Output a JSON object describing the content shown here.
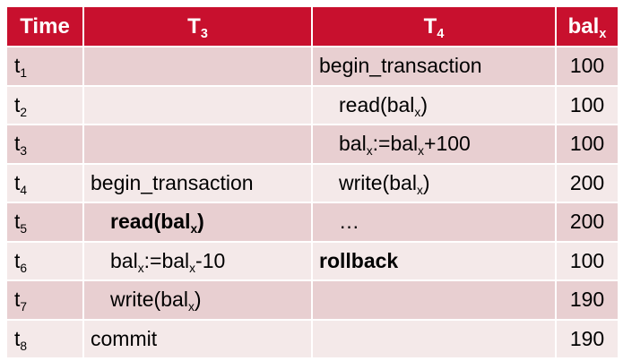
{
  "table": {
    "headers": [
      {
        "main": "Time",
        "sub": ""
      },
      {
        "main": "T",
        "sub": "3"
      },
      {
        "main": "T",
        "sub": "4"
      },
      {
        "main": "bal",
        "sub": "x"
      }
    ],
    "rows": [
      {
        "time": "t",
        "time_sub": "1",
        "t3": "",
        "t4": "begin_transaction",
        "bal": "100"
      },
      {
        "time": "t",
        "time_sub": "2",
        "t3": "",
        "t4": "read(balx)",
        "bal": "100"
      },
      {
        "time": "t",
        "time_sub": "3",
        "t3": "",
        "t4": "balx:=balx+100",
        "bal": "100"
      },
      {
        "time": "t",
        "time_sub": "4",
        "t3": "begin_transaction",
        "t4": "write(balx)",
        "bal": "200"
      },
      {
        "time": "t",
        "time_sub": "5",
        "t3": "read(balx)",
        "t4": "…",
        "bal": "200"
      },
      {
        "time": "t",
        "time_sub": "6",
        "t3": "balx:=balx-10",
        "t4": "rollback",
        "bal": "100"
      },
      {
        "time": "t",
        "time_sub": "7",
        "t3": "write(balx)",
        "t4": "",
        "bal": "190"
      },
      {
        "time": "t",
        "time_sub": "8",
        "t3": "commit",
        "t4": "",
        "bal": "190"
      }
    ]
  },
  "colors": {
    "header_bg": "#c8102e",
    "row_dark": "#e8cfd1",
    "row_light": "#f4e9e9"
  }
}
